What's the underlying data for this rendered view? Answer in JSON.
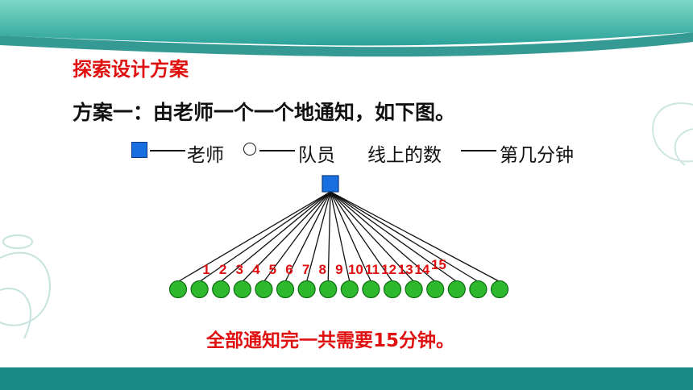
{
  "heading": "探索设计方案",
  "plan_text": "方案一：由老师一个一个地通知，如下图。",
  "legend": {
    "teacher_label": "老师",
    "member_label": "队员",
    "line_number_label": "线上的数",
    "minute_label": "第几分钟"
  },
  "diagram": {
    "minute_numbers": [
      "1",
      "2",
      "3",
      "4",
      "5",
      "6",
      "7",
      "8",
      "9",
      "10",
      "11",
      "12",
      "13",
      "14",
      "15"
    ]
  },
  "conclusion": "全部通知完一共需要15分钟。",
  "colors": {
    "teacher_fill": "#1a6fe0",
    "member_fill": "#2db82d",
    "accent_red": "#e01010",
    "band_top": "#5fc7b0",
    "band_bottom": "#1a8a86"
  }
}
